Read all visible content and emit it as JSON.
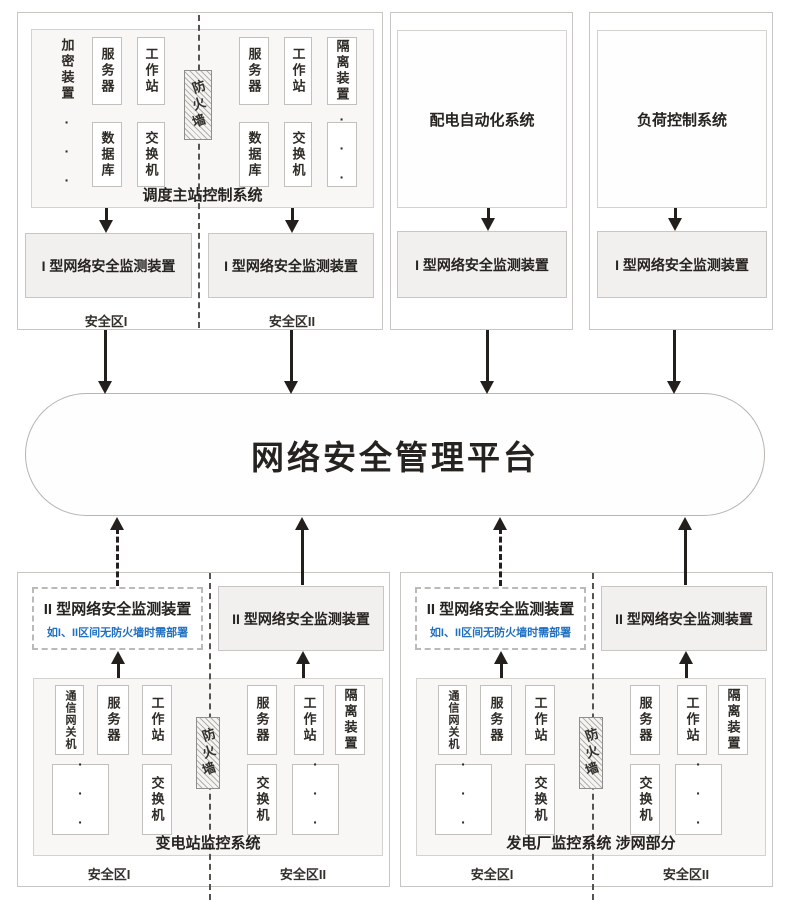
{
  "platform": {
    "label": "网络安全管理平台"
  },
  "systems": {
    "dispatch": "调度主站控制系统",
    "distribution": "配电自动化系统",
    "load_control": "负荷控制系统",
    "substation": "变电站监控系统",
    "power_plant": "发电厂监控系统 涉网部分"
  },
  "labels": {
    "monitor_type1": "I 型网络安全监测装置",
    "monitor_type2": "II 型网络安全监测装置",
    "monitor_note": "如I、II区间无防火墙时需部署",
    "zone1": "安全区I",
    "zone2": "安全区II",
    "firewall": "防火墙",
    "dots": "···"
  },
  "components": {
    "encrypt_device": "加密装置",
    "server": "服务器",
    "workstation": "工作站",
    "database": "数据库",
    "switch": "交换机",
    "isolation_device": "隔离装置",
    "comm_gateway": "通信网关机"
  },
  "colors": {
    "note_blue": "#1f70c2",
    "arrow_black": "#231f1c",
    "box_gray_fill": "#f1f0ee",
    "sysbox_fill": "#f8f7f5"
  }
}
